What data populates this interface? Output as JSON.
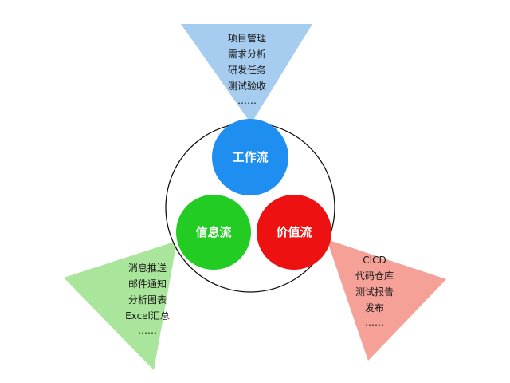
{
  "circles": {
    "work": {
      "label": "工作流",
      "color": "#1f8ef1"
    },
    "info": {
      "label": "信息流",
      "color": "#22cc22"
    },
    "value": {
      "label": "价值流",
      "color": "#ee1111"
    }
  },
  "funnels": {
    "top": {
      "color": "#a6ccf0",
      "items": [
        "项目管理",
        "需求分析",
        "研发任务",
        "测试验收",
        "……"
      ]
    },
    "left": {
      "color": "#a9e59a",
      "items": [
        "消息推送",
        "邮件通知",
        "分析图表",
        "Excel汇总",
        "……"
      ]
    },
    "right": {
      "color": "#f5a198",
      "items": [
        "CICD",
        "代码仓库",
        "测试报告",
        "发布",
        "……"
      ]
    }
  }
}
